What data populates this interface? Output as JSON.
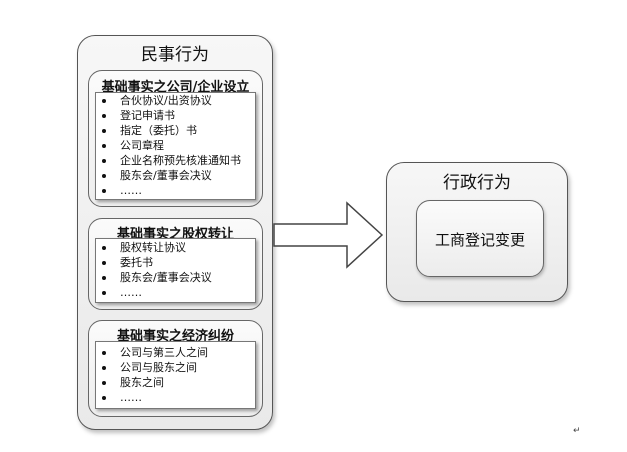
{
  "civil": {
    "title": "民事行为",
    "groups": [
      {
        "title": "基础事实之公司/企业设立",
        "items": [
          "合伙协议/出资协议",
          "登记申请书",
          "指定（委托）书",
          "公司章程",
          "企业名称预先核准通知书",
          "股东会/董事会决议",
          "……"
        ]
      },
      {
        "title": "基础事实之股权转让",
        "items": [
          "股权转让协议",
          "委托书",
          "股东会/董事会决议",
          "……"
        ]
      },
      {
        "title": "基础事实之经济纠纷",
        "items": [
          "公司与第三人之间",
          "公司与股东之间",
          "股东之间",
          "……"
        ]
      }
    ]
  },
  "admin": {
    "title": "行政行为",
    "inner_label": "工商登记变更"
  },
  "corner_mark": "↵"
}
